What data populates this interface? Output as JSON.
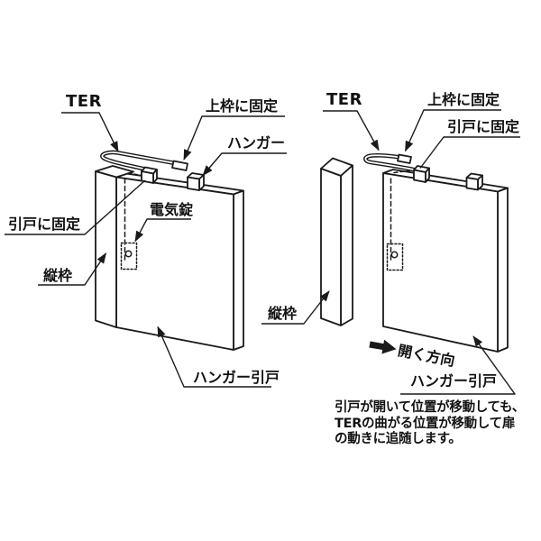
{
  "diagram": {
    "background": "#ffffff",
    "line_color": "#1a1a1a",
    "left_figure": {
      "labels": {
        "ter": "TER",
        "fixed_to_upper_frame": "上枠に固定",
        "hanger": "ハンガー",
        "fixed_to_sliding_door": "引戸に固定",
        "electric_lock": "電気錠",
        "vertical_frame": "縦枠",
        "hanger_sliding_door": "ハンガー引戸"
      }
    },
    "right_figure": {
      "labels": {
        "ter": "TER",
        "fixed_to_upper_frame": "上枠に固定",
        "fixed_to_sliding_door": "引戸に固定",
        "vertical_frame": "縦枠",
        "opening_direction": "開く方向",
        "hanger_sliding_door": "ハンガー引戸"
      }
    },
    "caption": {
      "lines": [
        "引戸が開いて位置が移動しても、",
        "TERの曲がる位置が移動して扉",
        "の動きに追随します。"
      ]
    }
  }
}
